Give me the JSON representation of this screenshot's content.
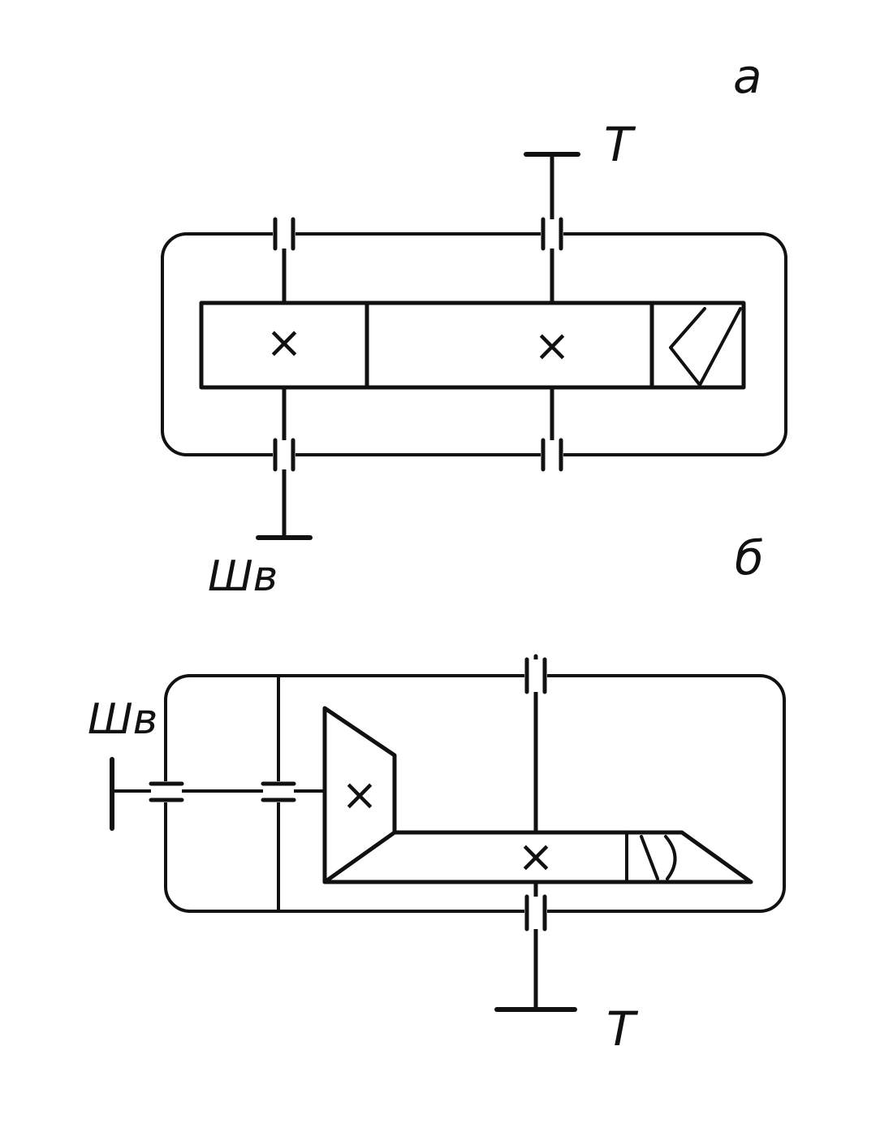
{
  "labels": {
    "variant_a": "а",
    "variant_b": "б",
    "a_top_output": "Т",
    "a_bottom_input": "Шв",
    "b_left_input": "Шв",
    "b_bottom_output": "Т",
    "gear_mark": "×"
  },
  "colors": {
    "line": "#111111",
    "background": "#ffffff"
  }
}
